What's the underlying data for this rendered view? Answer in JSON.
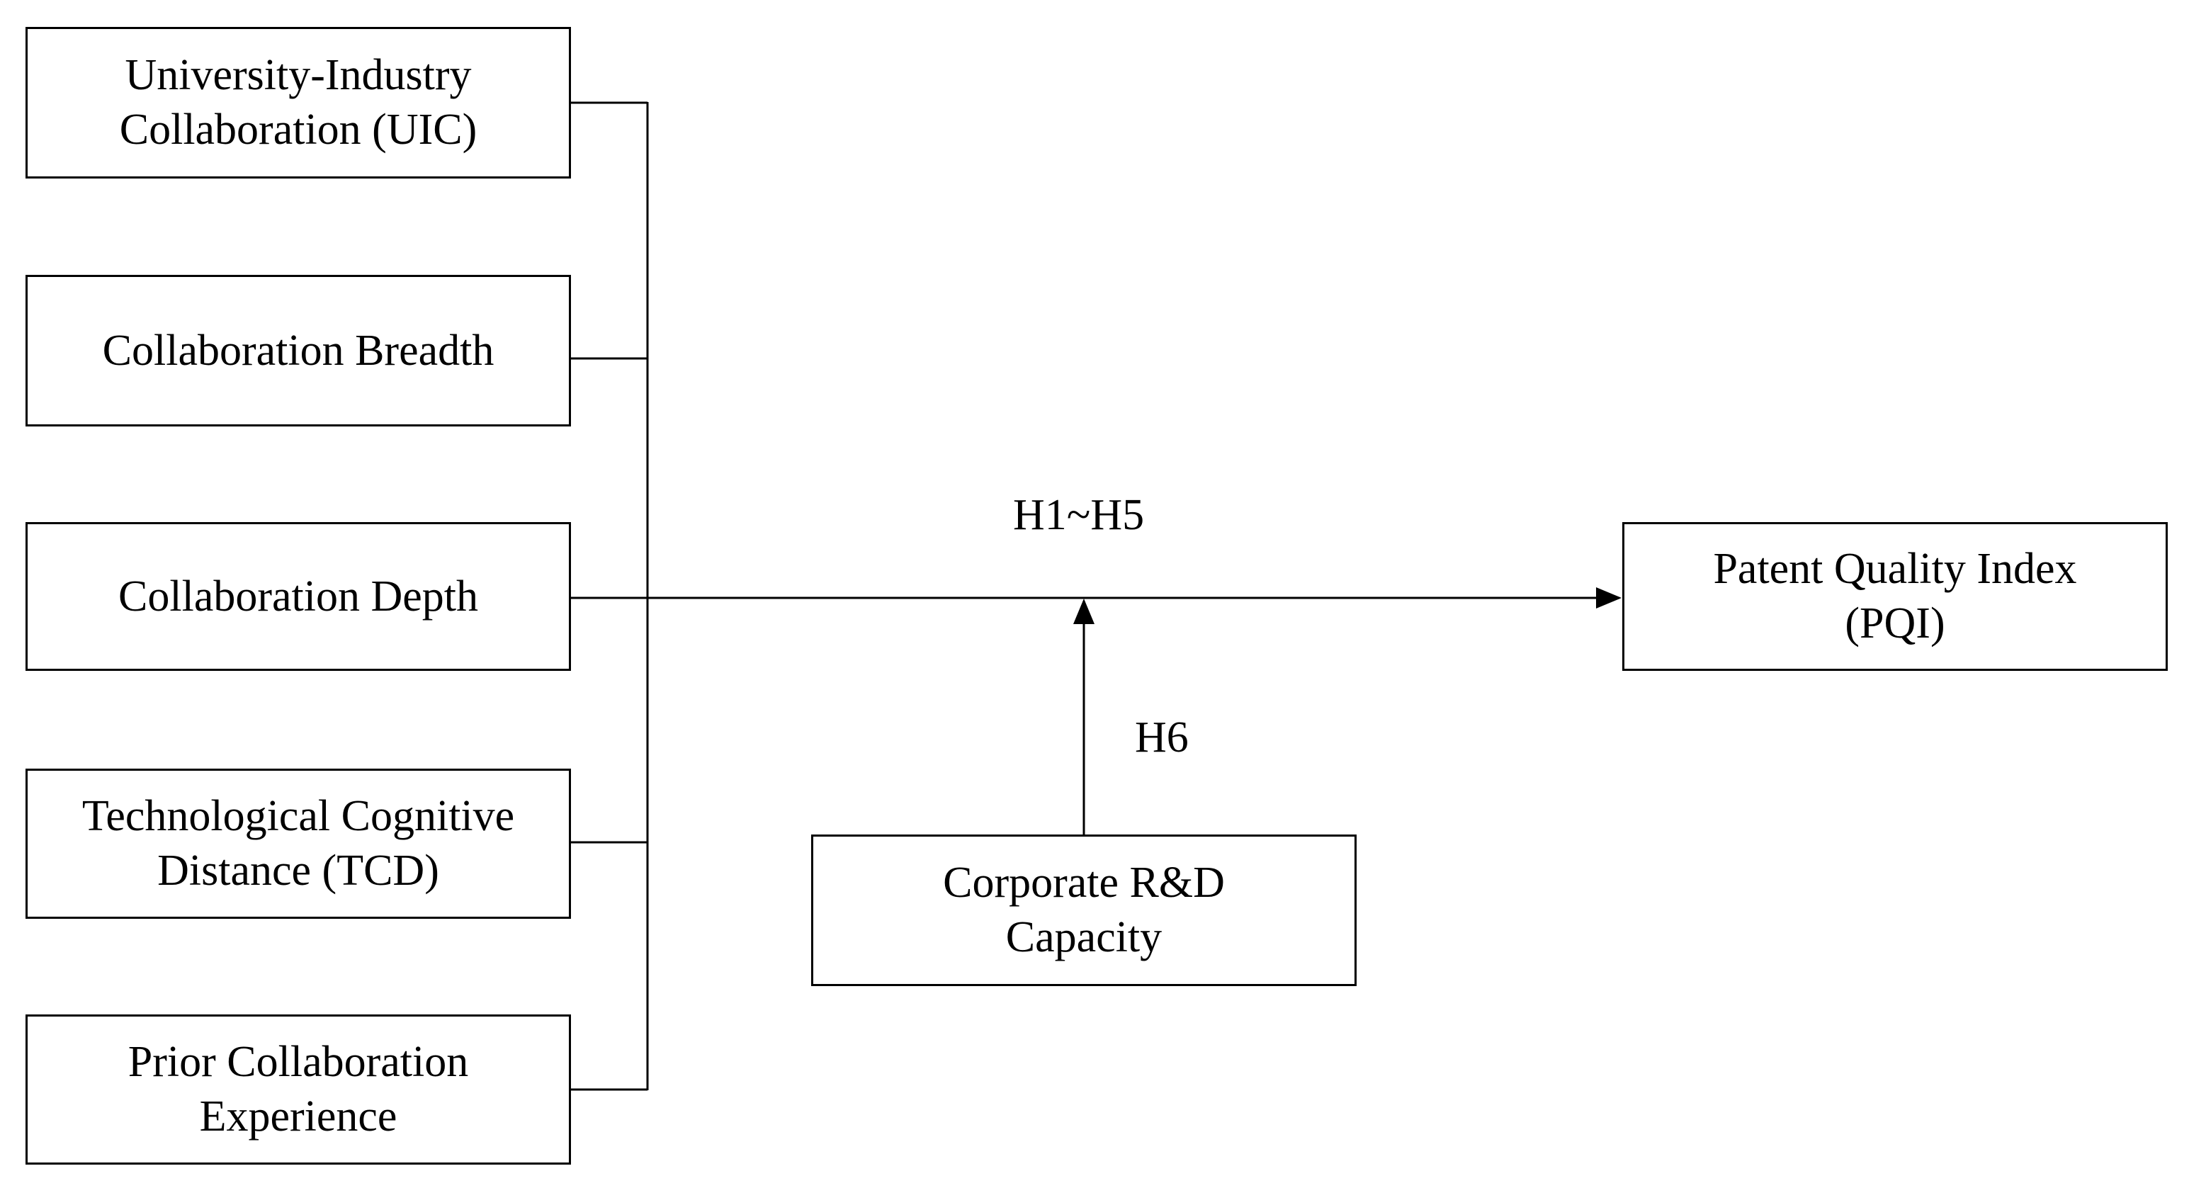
{
  "diagram": {
    "independent_variables": [
      {
        "line1": "University-Industry",
        "line2": "Collaboration (UIC)"
      },
      {
        "line1": "Collaboration Breadth",
        "line2": ""
      },
      {
        "line1": "Collaboration Depth",
        "line2": ""
      },
      {
        "line1": "Technological Cognitive",
        "line2": "Distance (TCD)"
      },
      {
        "line1": "Prior Collaboration",
        "line2": "Experience"
      }
    ],
    "dependent_variable": {
      "line1": "Patent Quality Index",
      "line2": "(PQI)"
    },
    "moderator": {
      "line1": "Corporate R&D",
      "line2": "Capacity"
    },
    "main_path_label": "H1~H5",
    "moderation_label": "H6",
    "colors": {
      "line": "#000000",
      "box_fill": "#ffffff"
    }
  }
}
